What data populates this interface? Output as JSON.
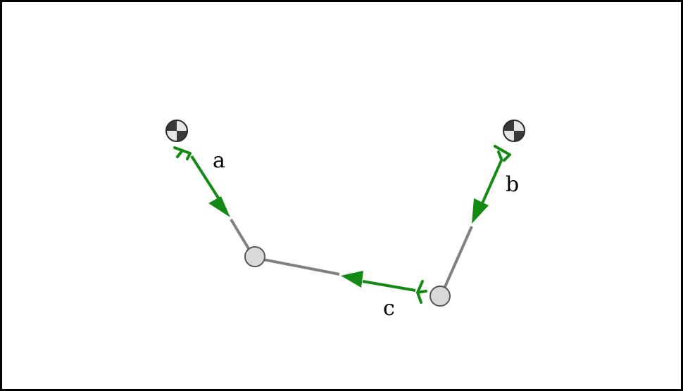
{
  "colors": {
    "force": "#138a13",
    "member": "#808080",
    "joint_fill": "#d9d9d9",
    "joint_stroke": "#555555",
    "support_dark": "#3a3a3a",
    "support_light": "#e6e6e6",
    "frame": "#000000"
  },
  "labels": {
    "a": "a",
    "b": "b",
    "c": "c"
  },
  "icons": {
    "support_left": "pinned-support-icon",
    "support_right": "pinned-support-icon",
    "joint_left": "joint-circle-icon",
    "joint_right": "joint-circle-icon"
  }
}
